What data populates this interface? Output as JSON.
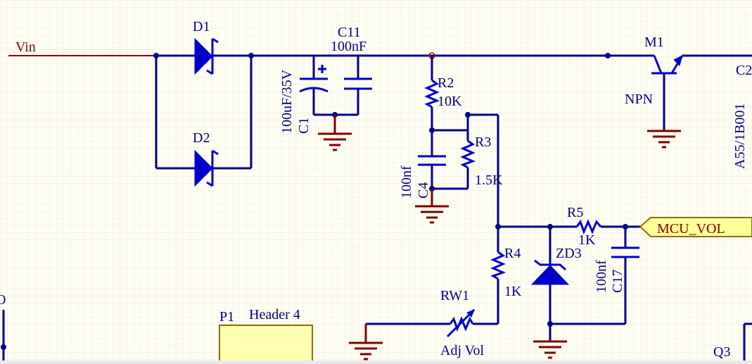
{
  "nets": {
    "vin": "Vin",
    "mcu_vol": "MCU_VOL"
  },
  "components": {
    "d1": {
      "ref": "D1"
    },
    "d2": {
      "ref": "D2"
    },
    "c1": {
      "ref": "C1",
      "value": "100uF/35V"
    },
    "c11": {
      "ref": "C11",
      "value": "100nF"
    },
    "r2": {
      "ref": "R2",
      "value": "10K"
    },
    "r3": {
      "ref": "R3",
      "value": "1.5K"
    },
    "c4": {
      "ref": "C4",
      "value": "100nf"
    },
    "r4": {
      "ref": "R4",
      "value": "1K"
    },
    "r5": {
      "ref": "R5",
      "value": "1K"
    },
    "zd3": {
      "ref": "ZD3"
    },
    "c17": {
      "ref": "C17",
      "value": "100nf"
    },
    "rw1": {
      "ref": "RW1",
      "value": "Adj Vol"
    },
    "m1": {
      "ref": "M1",
      "value": "NPN"
    },
    "p1": {
      "ref": "P1",
      "value": "Header 4"
    },
    "q3": {
      "ref": "Q3"
    },
    "c2": {
      "ref": "C2",
      "value": "A55/1B001"
    }
  },
  "labels": {
    "left_partial": "O"
  }
}
